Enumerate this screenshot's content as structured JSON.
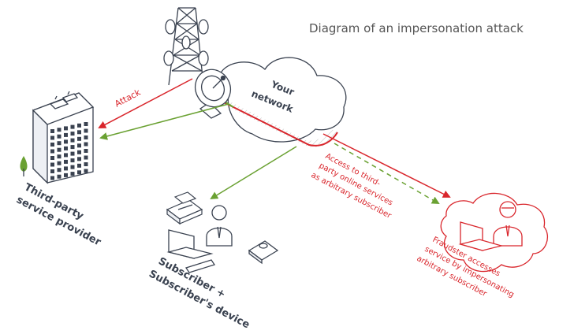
{
  "title": "Diagram of an impersonation attack",
  "network_label": [
    "Your",
    "network"
  ],
  "attack_label": "Attack",
  "provider_label": [
    "Third-party",
    "service provider"
  ],
  "subscriber_label": [
    "Subscriber +",
    "Subscriber's device"
  ],
  "access_label": [
    "Access to third-",
    "party online services",
    "as arbitrary subscriber"
  ],
  "fraudster_label": [
    "Fraudster accesses",
    "service by impersonating",
    "arbitrary subscriber"
  ],
  "colors": {
    "attack": "#d9262c",
    "legit": "#6aa132",
    "outline": "#3a4250",
    "text": "#555555"
  }
}
